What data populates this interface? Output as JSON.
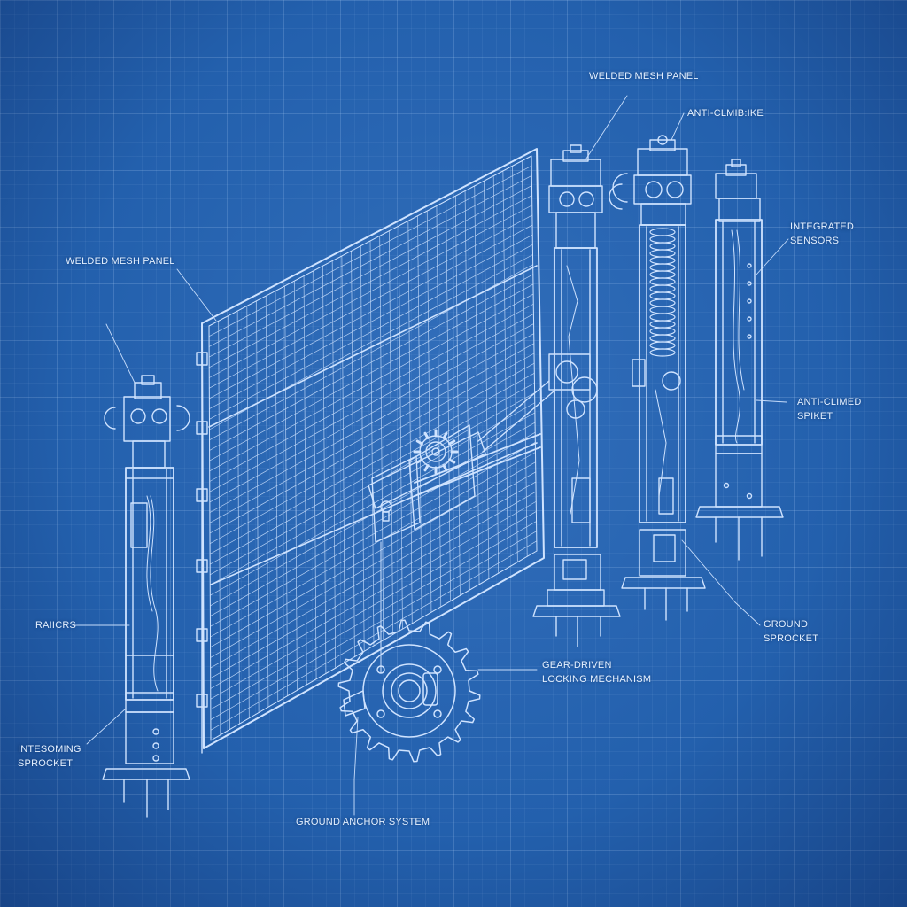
{
  "colors": {
    "background": "#2360ad",
    "line": "#cfe3ff",
    "label": "#e4f0ff"
  },
  "labels": {
    "welded_mesh_panel_top": "WELDED MESH PANEL",
    "anti_climb_top": "ANTI-CLMIB:IKE",
    "integrated_sensors_1": "INTEGRATED",
    "integrated_sensors_2": "SENSORS",
    "welded_mesh_panel_left": "WELDED MESH PANEL",
    "anti_climb_right_1": "ANTI-CLIMED",
    "anti_climb_right_2": "SPIKET",
    "rails": "RAIICRS",
    "ground_sprocket_1": "GROUND",
    "ground_sprocket_2": "SPROCKET",
    "gear_lock_1": "GEAR-DRIVEN",
    "gear_lock_2": "LOCKING MECHANISM",
    "intesoming_1": "INTESOMING",
    "intesoming_2": "SPROCKET",
    "ground_anchor": "GROUND ANCHOR SYSTEM"
  }
}
